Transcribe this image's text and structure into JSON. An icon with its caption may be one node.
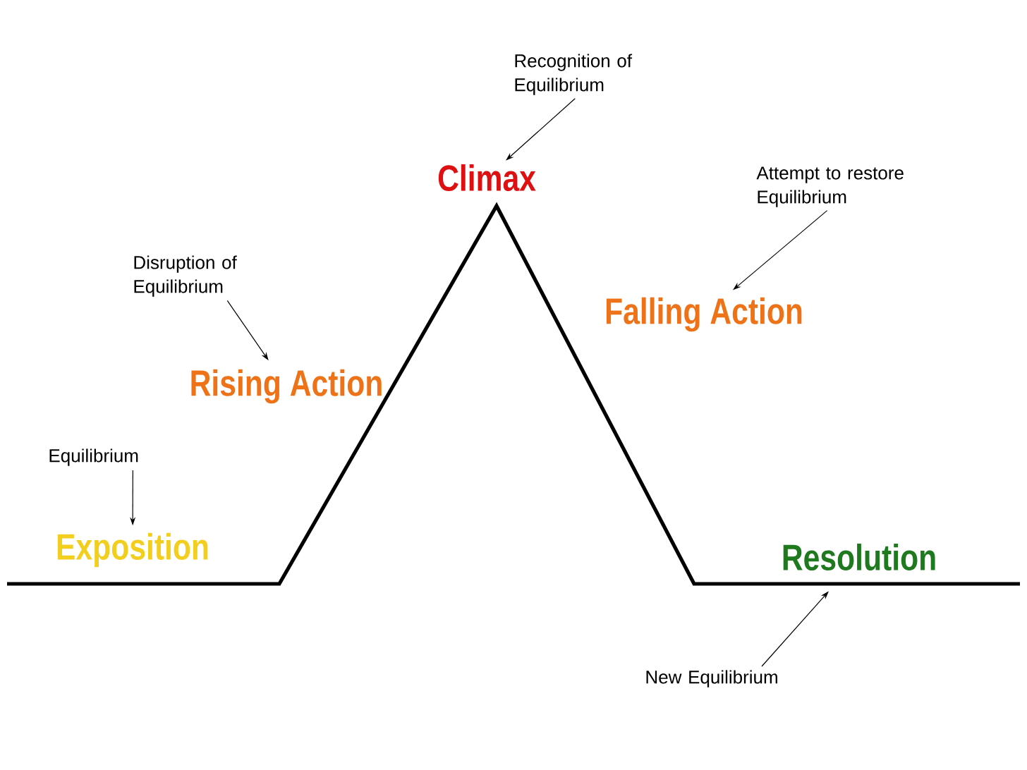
{
  "diagram": {
    "nodes": [
      {
        "text": [
          "Exposition"
        ]
      },
      {
        "text": [
          "Rising Action"
        ]
      },
      {
        "text": [
          "Climax"
        ]
      },
      {
        "text": [
          "Falling Action"
        ]
      },
      {
        "text": [
          "Resolution"
        ]
      },
      {
        "text": [
          "Equilibrium"
        ]
      },
      {
        "text": [
          "Disruption of Equilibrium"
        ]
      },
      {
        "text": [
          "Recognition of Equilibrium"
        ]
      },
      {
        "text": [
          "Attempt to restore Equilibrium"
        ]
      },
      {
        "text": [
          "New Equilibrium"
        ]
      }
    ],
    "edges": [
      {
        "from": 5,
        "to": 0,
        "arrow": "to"
      },
      {
        "from": 6,
        "to": 1,
        "arrow": "to"
      },
      {
        "from": 7,
        "to": 2,
        "arrow": "to"
      },
      {
        "from": 8,
        "to": 3,
        "arrow": "to"
      },
      {
        "from": 9,
        "to": 4,
        "arrow": "to"
      }
    ]
  }
}
